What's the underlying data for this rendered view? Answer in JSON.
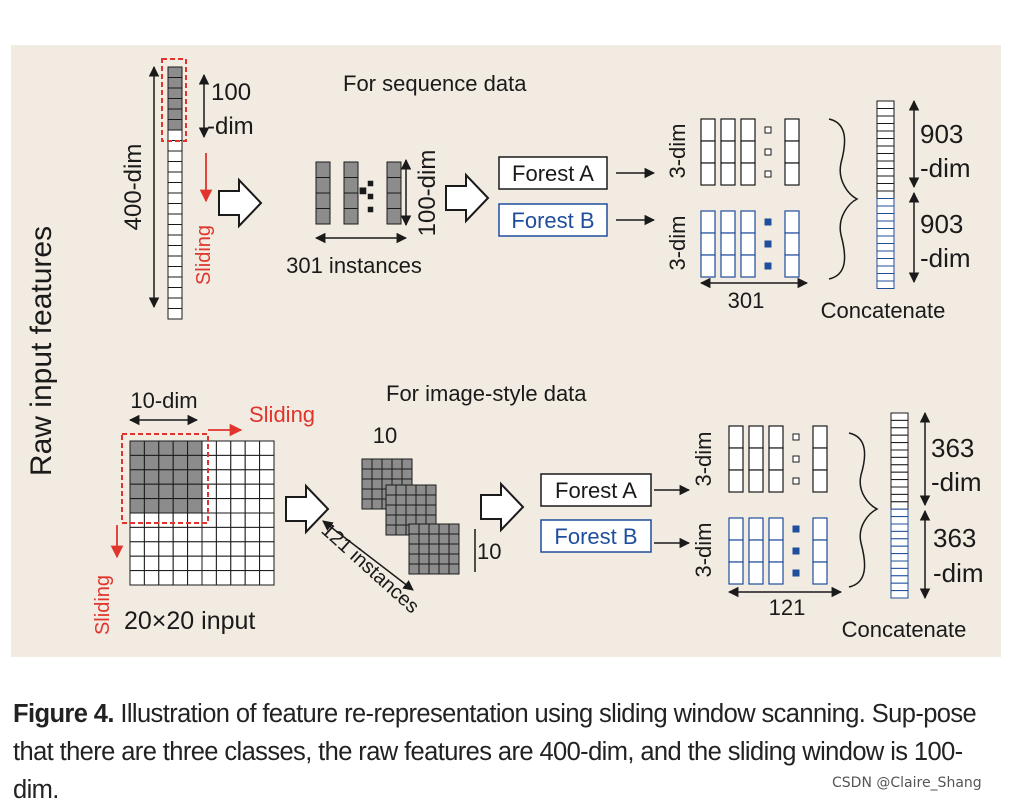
{
  "figure": {
    "side_label": "Raw input features",
    "top": {
      "title": "For sequence data",
      "raw_dim": "400-dim",
      "window_line1": "100",
      "window_line2": "-dim",
      "sliding": "Sliding",
      "instance_dim": "100-dim",
      "instances": "301 instances",
      "forest_a": "Forest A",
      "forest_b": "Forest B",
      "class_dim_a": "3-dim",
      "class_dim_b": "3-dim",
      "count": "301",
      "out_a_line1": "903",
      "out_a_line2": "-dim",
      "out_b_line1": "903",
      "out_b_line2": "-dim",
      "concatenate": "Concatenate"
    },
    "bottom": {
      "title": "For image-style data",
      "window_dim": "10-dim",
      "sliding_right": "Sliding",
      "sliding_down": "Sliding",
      "input_label": "20×20 input",
      "patch_top": "10",
      "patch_side": "10",
      "instances": "121 instances",
      "forest_a": "Forest A",
      "forest_b": "Forest B",
      "class_dim_a": "3-dim",
      "class_dim_b": "3-dim",
      "count": "121",
      "out_a_line1": "363",
      "out_a_line2": "-dim",
      "out_b_line1": "363",
      "out_b_line2": "-dim",
      "concatenate": "Concatenate"
    }
  },
  "caption": {
    "label": "Figure 4.",
    "text": " Illustration of feature re-representation using sliding window scanning. Sup-pose that there are three classes, the raw features are 400-dim, and the sliding window is 100-dim."
  },
  "watermark": "CSDN @Claire_Shang",
  "colors": {
    "red": "#e0342c",
    "blue": "#1f4e9c",
    "gray_fill": "#8c8c8c",
    "panel": "#f1ebe1"
  }
}
